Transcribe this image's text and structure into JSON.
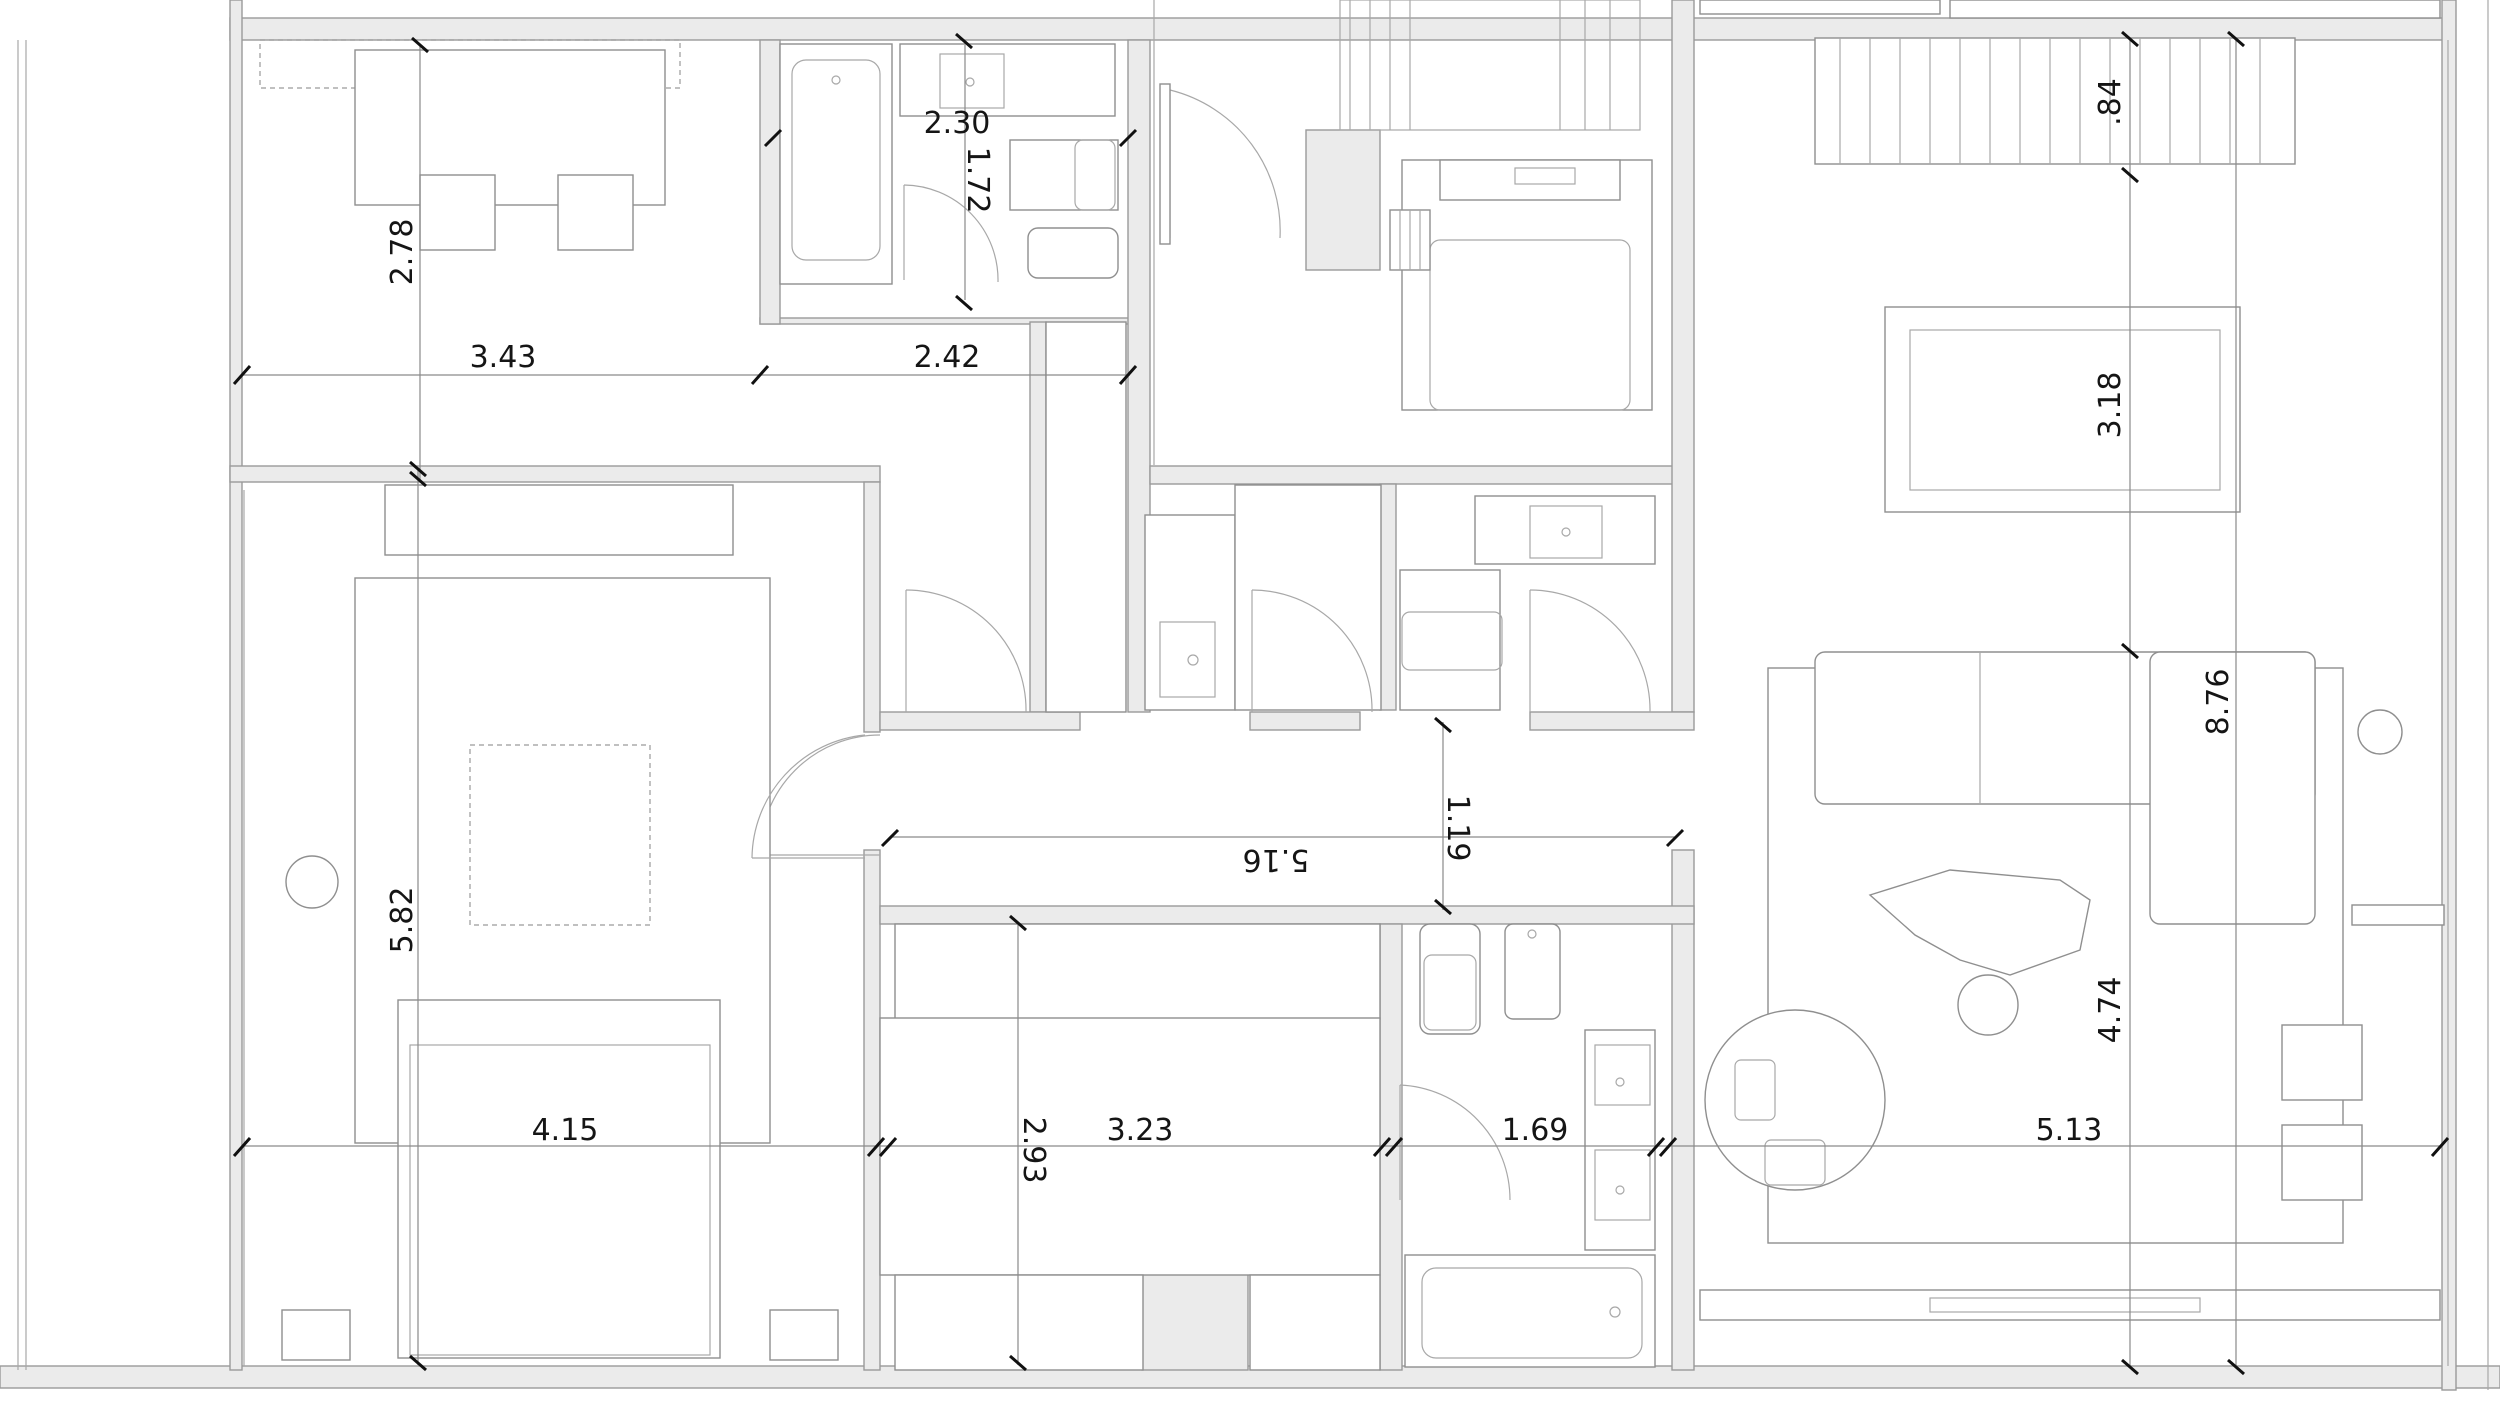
{
  "dimensions": {
    "d_2_30": "2.30",
    "d_1_72": "1.72",
    "d_2_78": "2.78",
    "d_3_43": "3.43",
    "d_2_42": "2.42",
    "d_84": ".84",
    "d_3_18": "3.18",
    "d_8_76": "8.76",
    "d_5_16": "5.16",
    "d_1_19": "1.19",
    "d_5_82": "5.82",
    "d_2_93": "2.93",
    "d_4_74": "4.74",
    "d_4_15": "4.15",
    "d_3_23": "3.23",
    "d_1_69": "1.69",
    "d_5_13": "5.13"
  },
  "colors": {
    "wall_fill": "#ebebeb",
    "line": "#9a9a9a",
    "tick": "#111111",
    "text": "#151515"
  }
}
